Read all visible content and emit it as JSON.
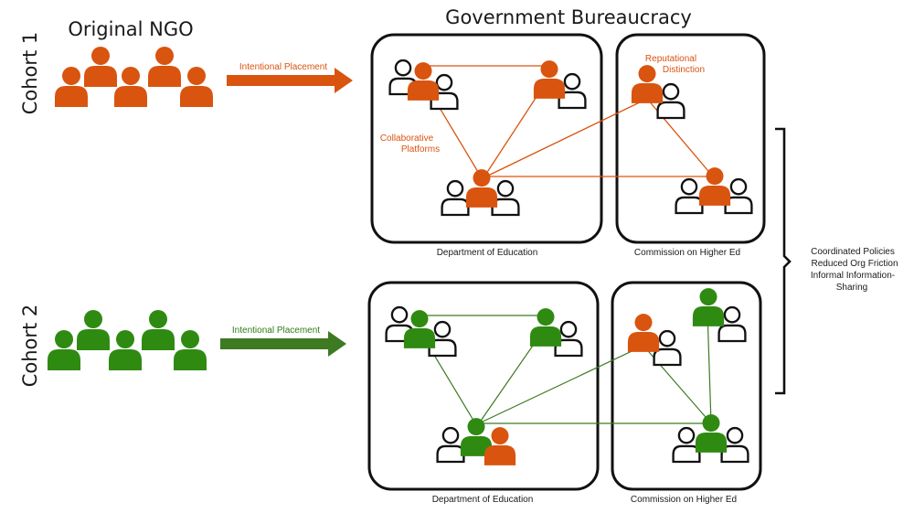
{
  "title": "Government Bureaucracy",
  "ngo_title": "Original NGO",
  "cohort1_label": "Cohort 1",
  "cohort2_label": "Cohort 2",
  "placement_label_1": "Intentional Placement",
  "placement_label_2": "Intentional Placement",
  "collab_line1": "Collaborative",
  "collab_line2": "Platforms",
  "reput_line1": "Reputational",
  "reput_line2": "Distinction",
  "dept_label_1": "Department of Education",
  "comm_label_1": "Commission on Higher Ed",
  "dept_label_2": "Department of Education",
  "comm_label_2": "Commission on Higher Ed",
  "outcomes": [
    "Coordinated Policies",
    "Reduced Org Friction",
    "Informal Information-",
    "Sharing"
  ],
  "colors": {
    "orange": "#d9540f",
    "green": "#2f8a12",
    "dark": "#111111"
  }
}
